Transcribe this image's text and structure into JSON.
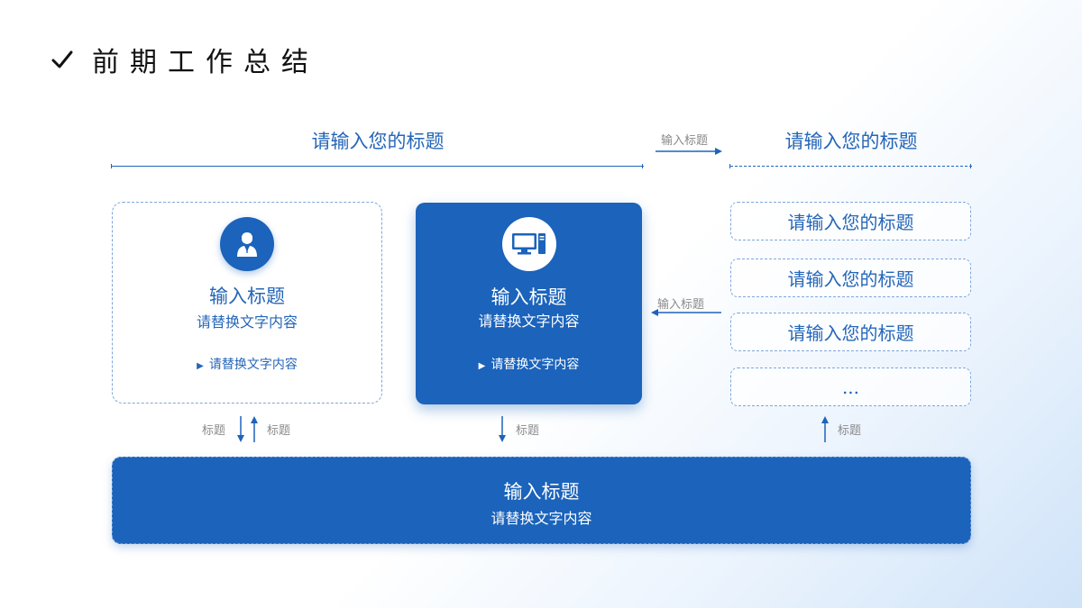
{
  "page": {
    "title": "前期工作总结"
  },
  "top": {
    "left_heading": "请输入您的标题",
    "right_heading": "请输入您的标题",
    "connector_label": "输入标题"
  },
  "left_card": {
    "icon": "person-icon",
    "title": "输入标题",
    "subtitle": "请替换文字内容",
    "bullet": "请替换文字内容"
  },
  "mid_card": {
    "icon": "computer-icon",
    "title": "输入标题",
    "subtitle": "请替换文字内容",
    "bullet": "请替换文字内容"
  },
  "mid_connector_label": "输入标题",
  "right_stack": {
    "items": [
      "请输入您的标题",
      "请输入您的标题",
      "请输入您的标题",
      "..."
    ]
  },
  "bottom_labels": {
    "left_down": "标题",
    "left_up": "标题",
    "mid_down": "标题",
    "right_up": "标题"
  },
  "bottom_bar": {
    "title": "输入标题",
    "subtitle": "请替换文字内容"
  },
  "colors": {
    "primary": "#1b63bb",
    "text_blue": "#2566b8",
    "dashed_border": "#7ea6dd",
    "muted_label": "#8a8a8a"
  }
}
